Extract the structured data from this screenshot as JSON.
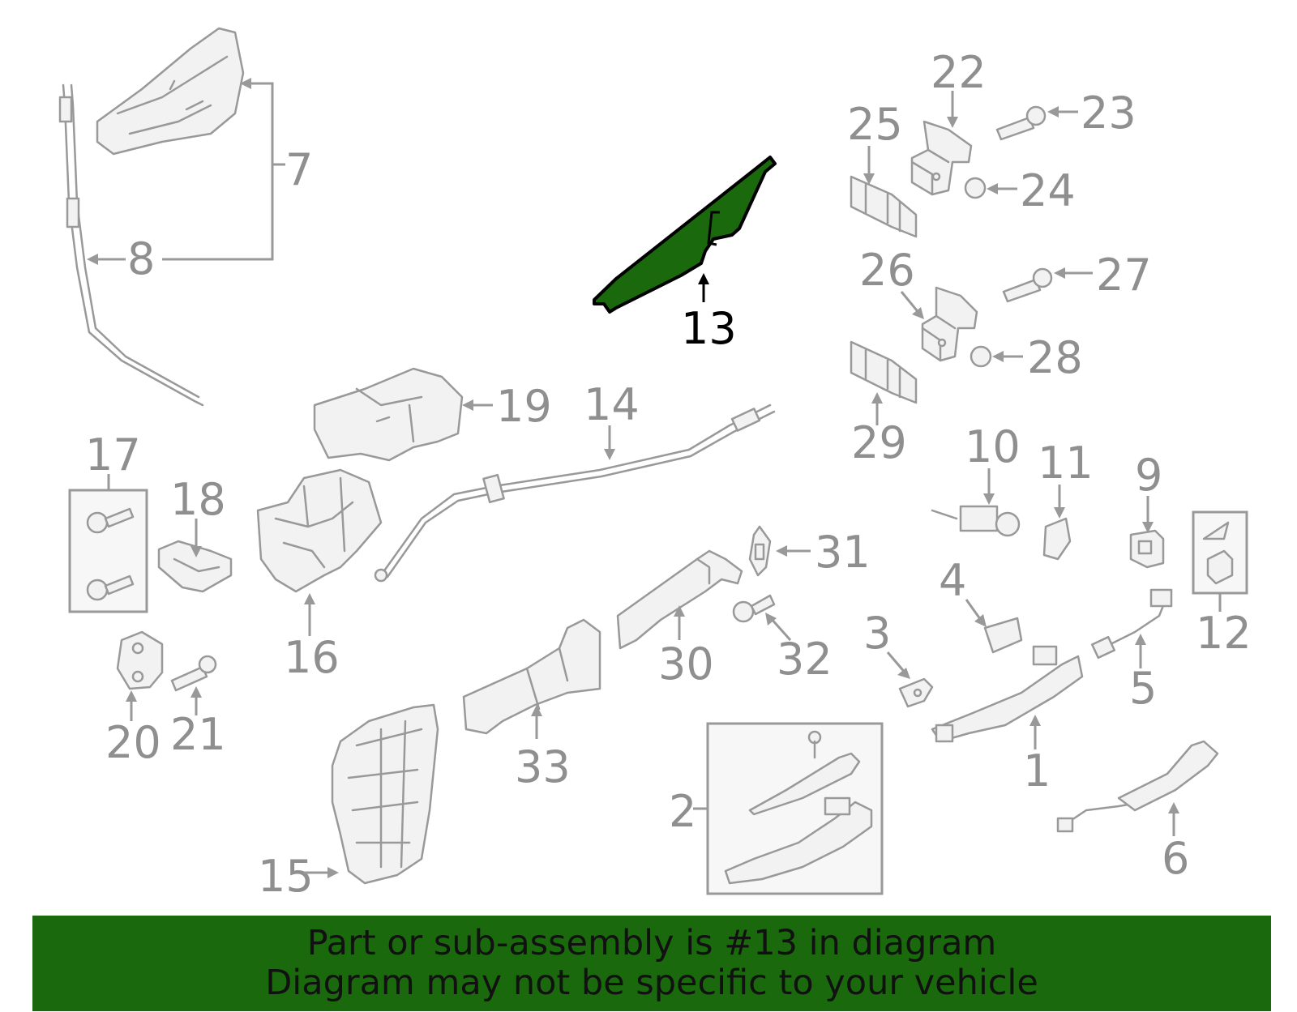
{
  "highlight": {
    "part": "13",
    "color": "#1a6a0d"
  },
  "callouts": {
    "c1": "1",
    "c2": "2",
    "c3": "3",
    "c4": "4",
    "c5": "5",
    "c6": "6",
    "c7": "7",
    "c8": "8",
    "c9": "9",
    "c10": "10",
    "c11": "11",
    "c12": "12",
    "c13": "13",
    "c14": "14",
    "c15": "15",
    "c16": "16",
    "c17": "17",
    "c18": "18",
    "c19": "19",
    "c20": "20",
    "c21": "21",
    "c22": "22",
    "c23": "23",
    "c24": "24",
    "c25": "25",
    "c26": "26",
    "c27": "27",
    "c28": "28",
    "c29": "29",
    "c30": "30",
    "c31": "31",
    "c32": "32",
    "c33": "33"
  },
  "banner": {
    "line1": "Part or sub-assembly is #13 in diagram",
    "line2": "Diagram may not be specific to your vehicle"
  }
}
